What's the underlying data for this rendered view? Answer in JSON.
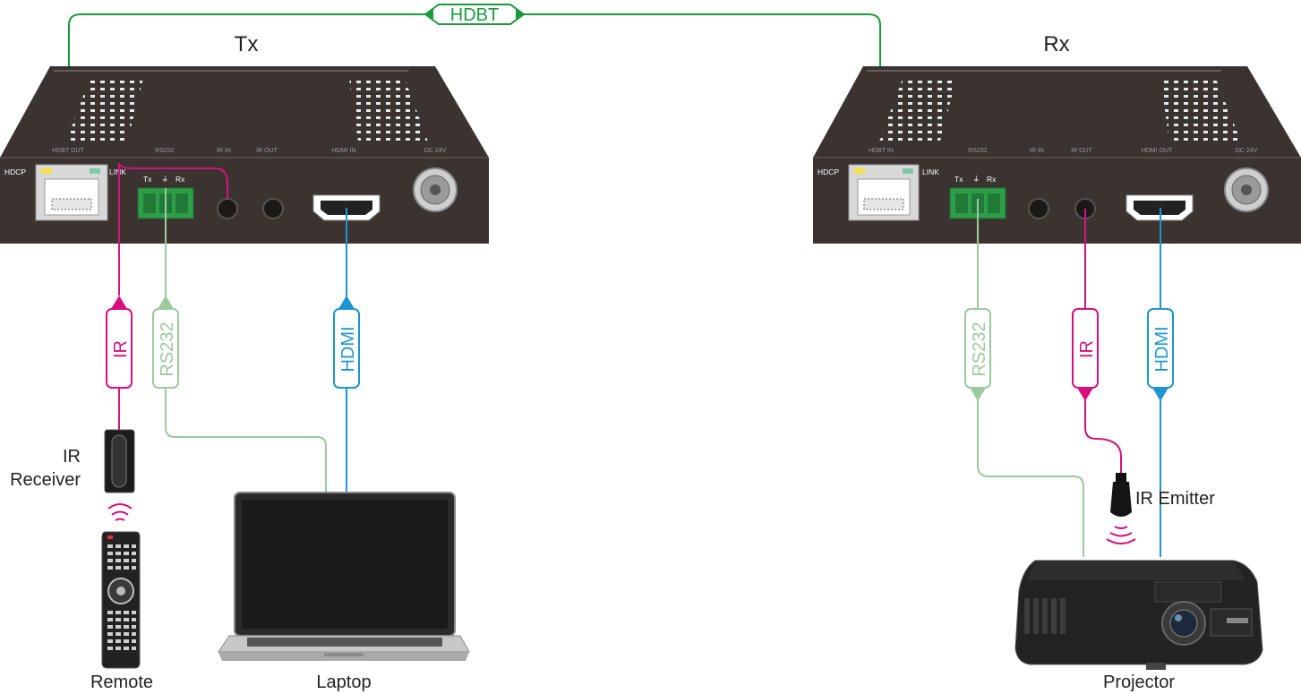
{
  "link": {
    "label": "HDBT"
  },
  "tx": {
    "title": "Tx",
    "ports": [
      "HDBT OUT",
      "RS232",
      "IR IN",
      "IR OUT",
      "HDMI IN",
      "DC 24V"
    ],
    "hdcp": "HDCP",
    "link": "LINK",
    "phoenix": [
      "Tx",
      "⏚",
      "Rx"
    ]
  },
  "rx": {
    "title": "Rx",
    "ports": [
      "HDBT IN",
      "RS232",
      "IR IN",
      "IR OUT",
      "HDMI OUT",
      "DC 24V"
    ],
    "hdcp": "HDCP",
    "link": "LINK",
    "phoenix": [
      "Tx",
      "⏚",
      "Rx"
    ]
  },
  "cables": {
    "tx_ir": "IR",
    "tx_rs232": "RS232",
    "tx_hdmi": "HDMI",
    "rx_rs232": "RS232",
    "rx_ir": "IR",
    "rx_hdmi": "HDMI"
  },
  "devices": {
    "ir_receiver": [
      "IR",
      "Receiver"
    ],
    "remote": "Remote",
    "laptop": "Laptop",
    "ir_emitter": "IR Emitter",
    "projector": "Projector"
  },
  "colors": {
    "hdbt": "#1a9a3c",
    "ir": "#d4117f",
    "rs232": "#9cc99e",
    "hdmi": "#1e94d2",
    "chassis": "#3a3330"
  }
}
